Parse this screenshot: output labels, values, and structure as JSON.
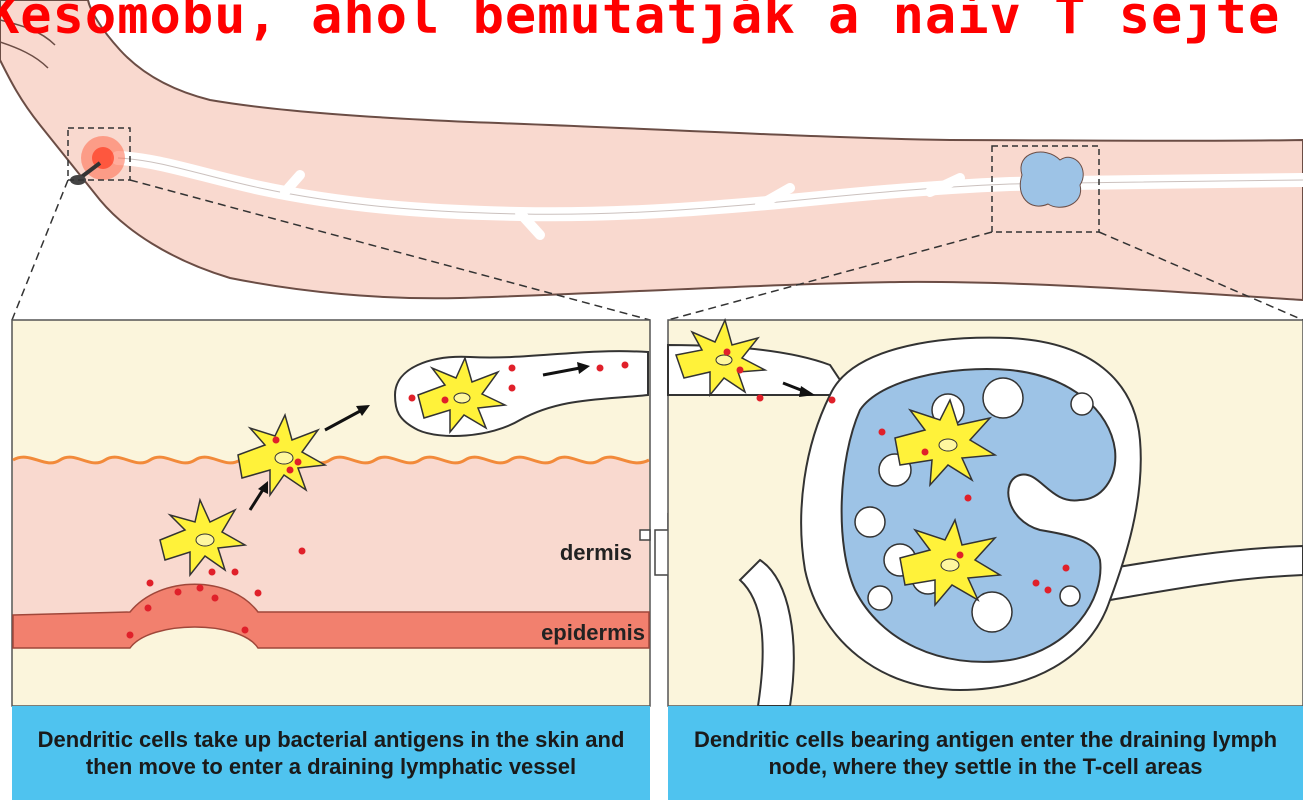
{
  "title": "Kesomobu, ahol bemutatják a naív T sejte",
  "labels": {
    "dermis": "dermis",
    "epidermis": "epidermis"
  },
  "captions": {
    "left": "Dendritic cells take up bacterial antigens in the skin and then move to enter a draining lymphatic vessel",
    "right": "Dendritic cells bearing antigen enter the draining lymph node, where they settle in the T-cell areas"
  },
  "colors": {
    "title": "#ff0000",
    "skin": "#f9d9cf",
    "tissue_bg": "#fbf5dc",
    "epidermis": "#f2806e",
    "lymph_node": "#9dc3e6",
    "caption_bg": "#4fc3ef",
    "dendritic_cell": "#fff23a",
    "antigen": "#e0202a"
  }
}
